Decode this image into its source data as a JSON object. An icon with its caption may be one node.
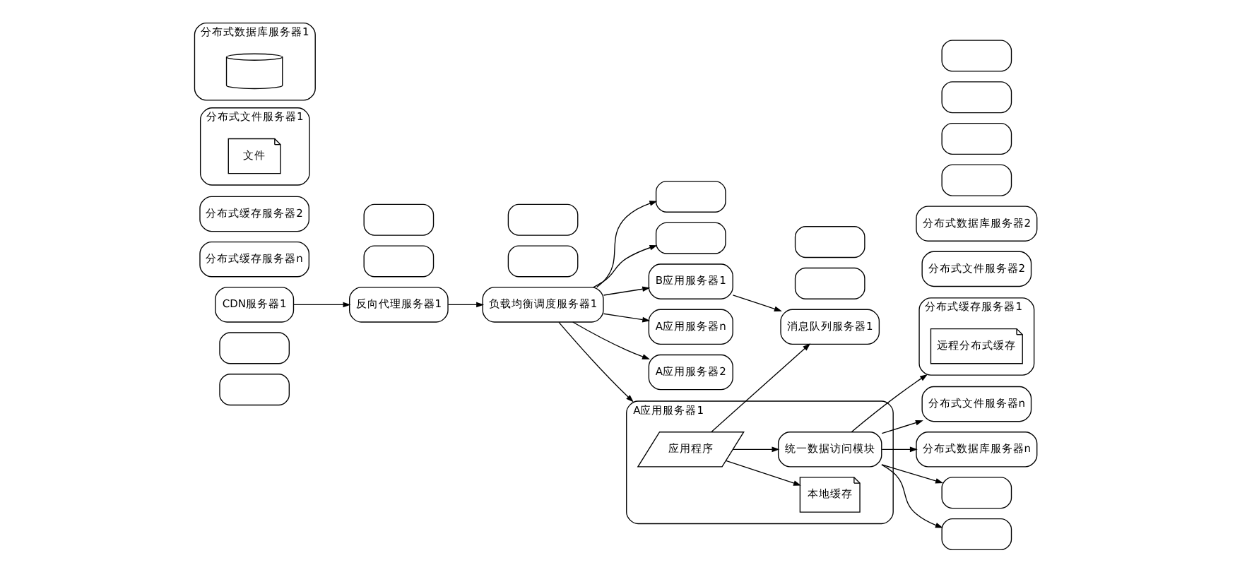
{
  "diagram": {
    "nodes": [
      {
        "text": [],
        "shape": "box"
      },
      {
        "text": [],
        "shape": "box"
      },
      {
        "text": [
          "CDN服务器1"
        ]
      },
      {
        "text": [],
        "shape": "box"
      },
      {
        "text": [],
        "shape": "box"
      },
      {
        "text": [
          "反向代理服务器1"
        ]
      },
      {
        "text": [],
        "shape": "box"
      },
      {
        "text": [],
        "shape": "box"
      },
      {
        "text": [
          "负载均衡调度服务器1"
        ]
      },
      {
        "text": [],
        "shape": "box"
      },
      {
        "text": [],
        "shape": "box"
      },
      {
        "text": [
          "B应用服务器1"
        ]
      },
      {
        "text": [],
        "shape": "box"
      },
      {
        "text": [],
        "shape": "box"
      },
      {
        "text": [
          "消息队列服务器1"
        ]
      },
      {
        "text": [
          "A应用服务器n"
        ]
      },
      {
        "text": [
          "A应用服务器2"
        ]
      },
      {
        "text": [
          "A应用服务器1"
        ]
      },
      {
        "text": [
          "应用程序"
        ],
        "in": 17
      },
      {
        "text": [
          "本地缓存"
        ],
        "in": 17
      },
      {
        "text": [
          "统一数据访问模块"
        ],
        "in": 17
      },
      {
        "text": [
          "分布式缓存服务器n"
        ]
      },
      {
        "text": [
          "分布式缓存服务器2"
        ]
      },
      {
        "text": [
          "分布式缓存服务器1"
        ]
      },
      {
        "text": [
          "远程分布式缓存"
        ],
        "in": 23
      },
      {
        "text": [
          "分布式文件服务器n"
        ]
      },
      {
        "text": [
          "分布式文件服务器2"
        ]
      },
      {
        "text": [
          "分布式文件服务器1"
        ]
      },
      {
        "text": [
          "文件"
        ],
        "in": 27
      },
      {
        "text": [
          "分布式数据库服务器n"
        ]
      },
      {
        "text": [
          "分布式数据库服务器2"
        ]
      },
      {
        "text": [
          "分布式数据库服务器1"
        ]
      },
      {
        "text": [],
        "shape": "cylinder",
        "in": 31
      },
      {
        "text": [],
        "shape": "box"
      },
      {
        "text": [],
        "shape": "box"
      },
      {
        "text": [],
        "shape": "box"
      },
      {
        "text": [],
        "shape": "box"
      },
      {
        "text": [],
        "shape": "box"
      },
      {
        "text": [],
        "shape": "box"
      }
    ],
    "edges": [
      {
        "from": 2,
        "to": 5,
        "arrow": "to"
      },
      {
        "from": 5,
        "to": 8,
        "arrow": "to"
      },
      {
        "from": 8,
        "to": 9,
        "arrow": "to"
      },
      {
        "from": 8,
        "to": 10,
        "arrow": "to"
      },
      {
        "from": 8,
        "to": 11,
        "arrow": "to"
      },
      {
        "from": 11,
        "to": 14,
        "arrow": "to"
      },
      {
        "from": 8,
        "to": 15,
        "arrow": "to"
      },
      {
        "from": 8,
        "to": 16,
        "arrow": "to"
      },
      {
        "from": 8,
        "to": 17,
        "arrow": "to"
      },
      {
        "from": 18,
        "to": 14,
        "arrow": "to"
      },
      {
        "from": 18,
        "to": 19,
        "arrow": "to"
      },
      {
        "from": 18,
        "to": 20,
        "arrow": "to"
      },
      {
        "from": 20,
        "to": 23,
        "arrow": "to"
      },
      {
        "from": 20,
        "to": 25,
        "arrow": "to"
      },
      {
        "from": 20,
        "to": 29,
        "arrow": "to"
      },
      {
        "from": 20,
        "to": 33,
        "arrow": "to"
      },
      {
        "from": 20,
        "to": 36,
        "arrow": "to"
      }
    ]
  }
}
